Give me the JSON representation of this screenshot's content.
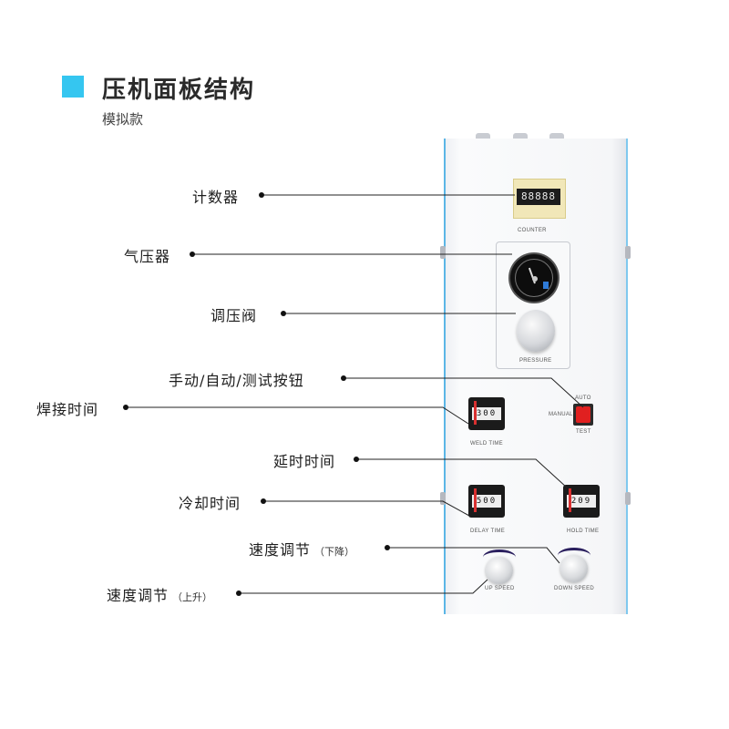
{
  "header": {
    "title": "压机面板结构",
    "subtitle": "模拟款",
    "accent_color": "#35c6f0"
  },
  "panel": {
    "counter": {
      "digits": "88888",
      "label": "COUNTER"
    },
    "pressure_label": "PRESSURE",
    "switch": {
      "top_label": "AUTO",
      "left_label": "MANUAL",
      "bottom_label": "TEST"
    },
    "weld_timer": {
      "digits": "300",
      "label": "WELD TIME"
    },
    "delay_timer": {
      "digits": "500",
      "label": "DELAY TIME"
    },
    "hold_timer": {
      "digits": "209",
      "label": "HOLD TIME"
    },
    "up_speed_label": "UP SPEED",
    "down_speed_label": "DOWN SPEED"
  },
  "callouts": {
    "counter": "计数器",
    "gauge": "气压器",
    "regulator": "调压阀",
    "buttons": "手动/自动/测试按钮",
    "weld_time": "焊接时间",
    "hold_time": "延时时间",
    "delay_time": "冷却时间",
    "speed_down": "速度调节",
    "speed_down_note": "（下降）",
    "speed_up": "速度调节",
    "speed_up_note": "（上升）"
  }
}
